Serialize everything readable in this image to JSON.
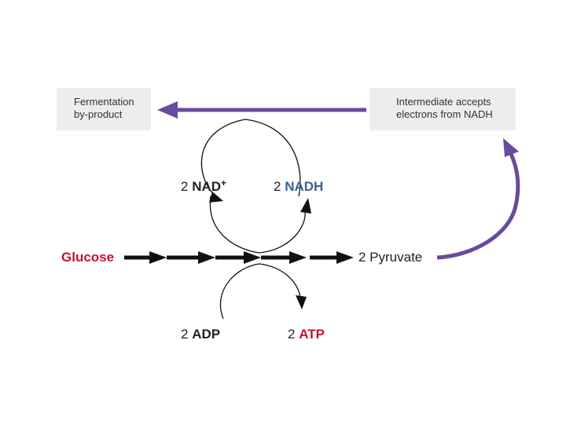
{
  "colors": {
    "purple": "#6a4a9c",
    "red": "#c8102e",
    "blue": "#3b5f92",
    "black": "#111111",
    "box": "#ededed"
  },
  "boxes": {
    "fermentation": {
      "line1": "Fermentation",
      "line2": "by-product"
    },
    "intermediate": {
      "line1": "Intermediate accepts",
      "line2": "electrons from NADH"
    }
  },
  "labels": {
    "glucose": "Glucose",
    "pyruvate": "2 Pyruvate",
    "nad": {
      "count": "2",
      "name": "NAD",
      "sup": "+"
    },
    "nadh": {
      "count": "2",
      "name": "NADH"
    },
    "adp": {
      "count": "2",
      "name": "ADP"
    },
    "atp": {
      "count": "2",
      "name": "ATP"
    }
  }
}
